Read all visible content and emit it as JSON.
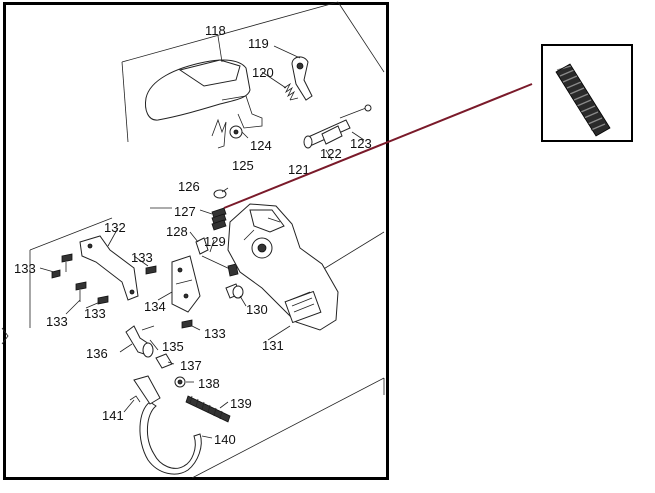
{
  "diagram": {
    "part_labels": [
      "118",
      "119",
      "120",
      "124",
      "125",
      "121",
      "122",
      "123",
      "126",
      "127",
      "128",
      "129",
      "132",
      "133",
      "133",
      "133",
      "133",
      "133",
      "134",
      "130",
      "131",
      "135",
      "136",
      "137",
      "138",
      "139",
      "141",
      "140"
    ],
    "colors": {
      "callout": "#7a1a2a",
      "frame": "#000000"
    }
  }
}
